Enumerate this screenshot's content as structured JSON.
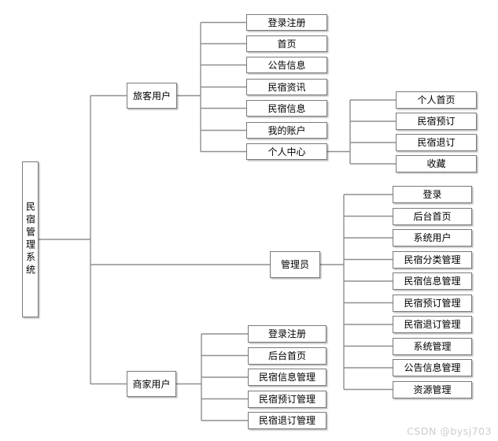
{
  "diagram": {
    "root": {
      "label": "民宿管理系统"
    },
    "travelers": {
      "label": "旅客用户",
      "children": [
        "登录注册",
        "首页",
        "公告信息",
        "民宿资讯",
        "民宿信息",
        "我的账户",
        "个人中心"
      ]
    },
    "personal_center": {
      "children": [
        "个人首页",
        "民宿预订",
        "民宿退订",
        "收藏"
      ]
    },
    "admin": {
      "label": "管理员",
      "children": [
        "登录",
        "后台首页",
        "系统用户",
        "民宿分类管理",
        "民宿信息管理",
        "民宿预订管理",
        "民宿退订管理",
        "系统管理",
        "公告信息管理",
        "资源管理"
      ]
    },
    "merchant": {
      "label": "商家用户",
      "children": [
        "登录注册",
        "后台首页",
        "民宿信息管理",
        "民宿预订管理",
        "民宿退订管理"
      ]
    }
  },
  "watermark": "CSDN @bysj703",
  "colors": {
    "background": "#ffffff",
    "box_border": "#7a7a7a",
    "connector": "#8f8f8f",
    "text": "#000000",
    "watermark_text": "#cccccc"
  }
}
